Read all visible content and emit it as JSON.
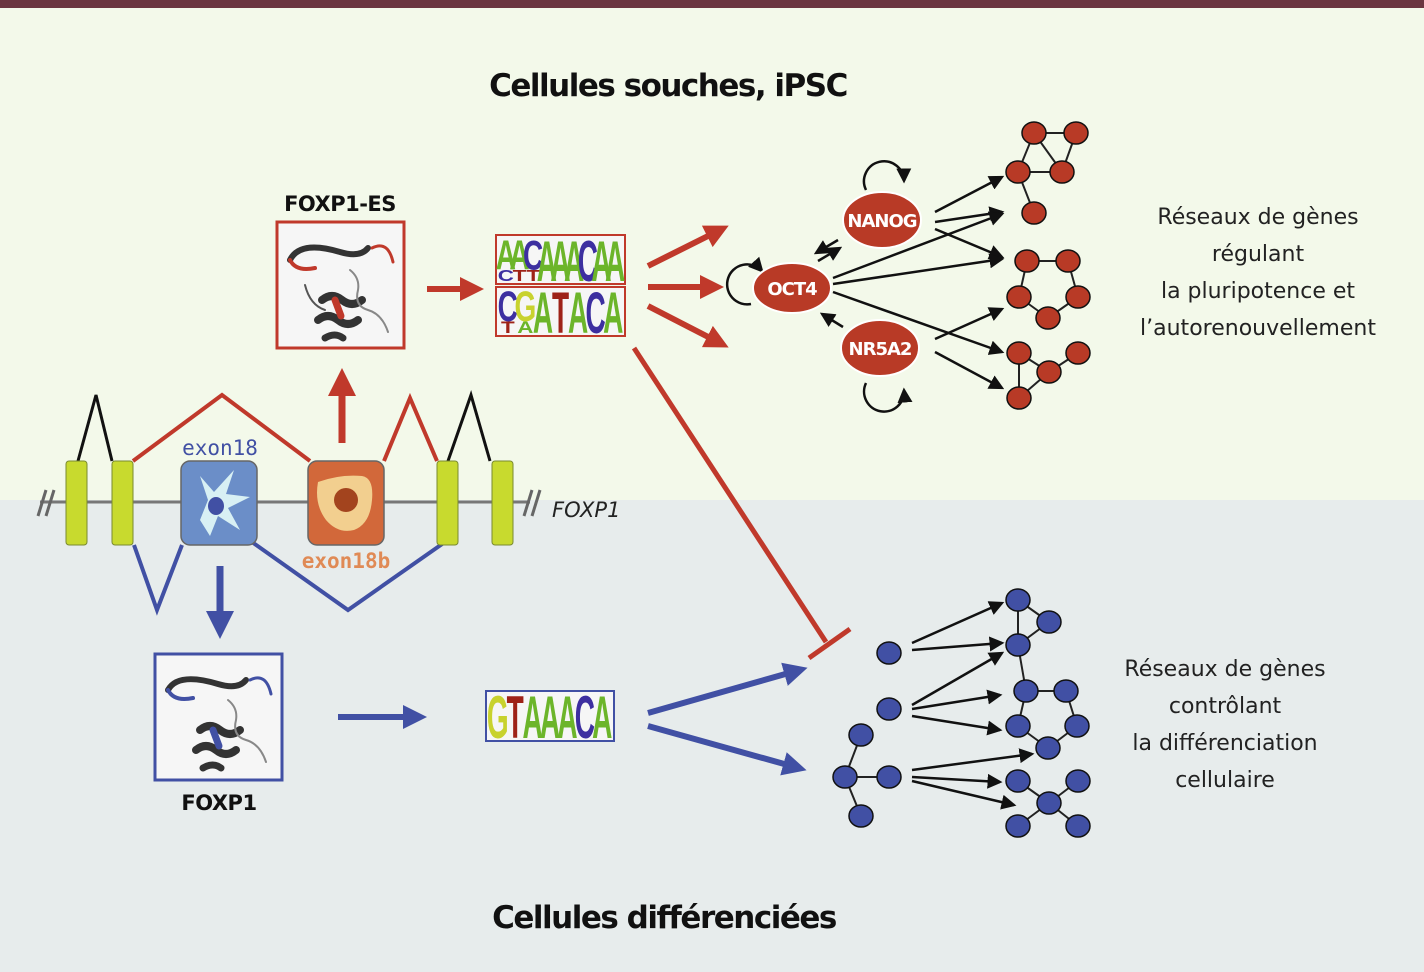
{
  "colors": {
    "top_bar": "#6b3641",
    "stem_bg": "#f3f9ea",
    "diff_bg": "#e7ecec",
    "red": "#c0392b",
    "node_red": "#b83a26",
    "blue": "#4150a4",
    "node_blue": "#4150a4",
    "exon_green": "#c8da2e",
    "exon18_blue": "#6b8ec8",
    "exon18b_orange": "#d2683a"
  },
  "regions": {
    "top_title": "Cellules souches, iPSC",
    "bottom_title": "Cellules différenciées"
  },
  "gene": {
    "name": "FOXP1",
    "exon18_label": "exon18",
    "exon18b_label": "exon18b"
  },
  "proteins": {
    "stem_isoform": "FOXP1-ES",
    "diff_isoform": "FOXP1"
  },
  "motifs": {
    "stem_motif_1": [
      "A",
      "A",
      "C",
      "A",
      "A",
      "A",
      "C",
      "A",
      "A"
    ],
    "stem_motif_1_lower": [
      "C",
      "T",
      "T",
      "",
      "",
      "",
      "",
      "",
      ""
    ],
    "stem_motif_2": [
      "C",
      "G",
      "A",
      "T",
      "A",
      "C",
      "A"
    ],
    "stem_motif_2_lower": [
      "T",
      "A",
      "",
      "",
      "",
      "",
      ""
    ],
    "diff_motif": [
      "G",
      "T",
      "A",
      "A",
      "A",
      "C",
      "A"
    ]
  },
  "core_network": {
    "nodes": [
      "NANOG",
      "OCT4",
      "NR5A2"
    ]
  },
  "descriptions": {
    "stem": [
      "Réseaux de gènes",
      "régulant",
      "la pluripotence et",
      "l’autorenouvellement"
    ],
    "diff": [
      "Réseaux de gènes",
      "contrôlant",
      "la différenciation",
      "cellulaire"
    ]
  }
}
